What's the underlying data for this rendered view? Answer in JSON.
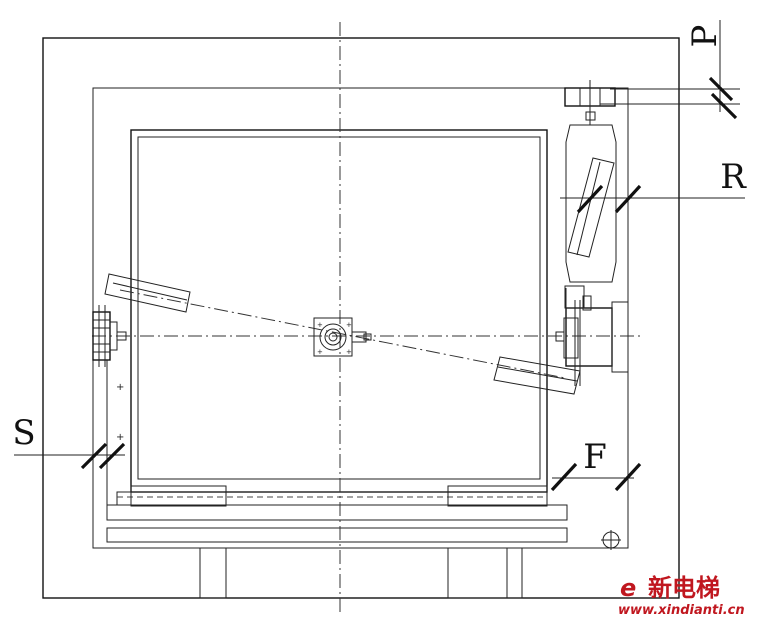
{
  "labels": {
    "p": "P",
    "r": "R",
    "s": "S",
    "f": "F"
  },
  "watermark": {
    "logo_letter": "e",
    "name": "新电梯",
    "url": "www.xindianti.cn",
    "color": "#c0171f"
  }
}
